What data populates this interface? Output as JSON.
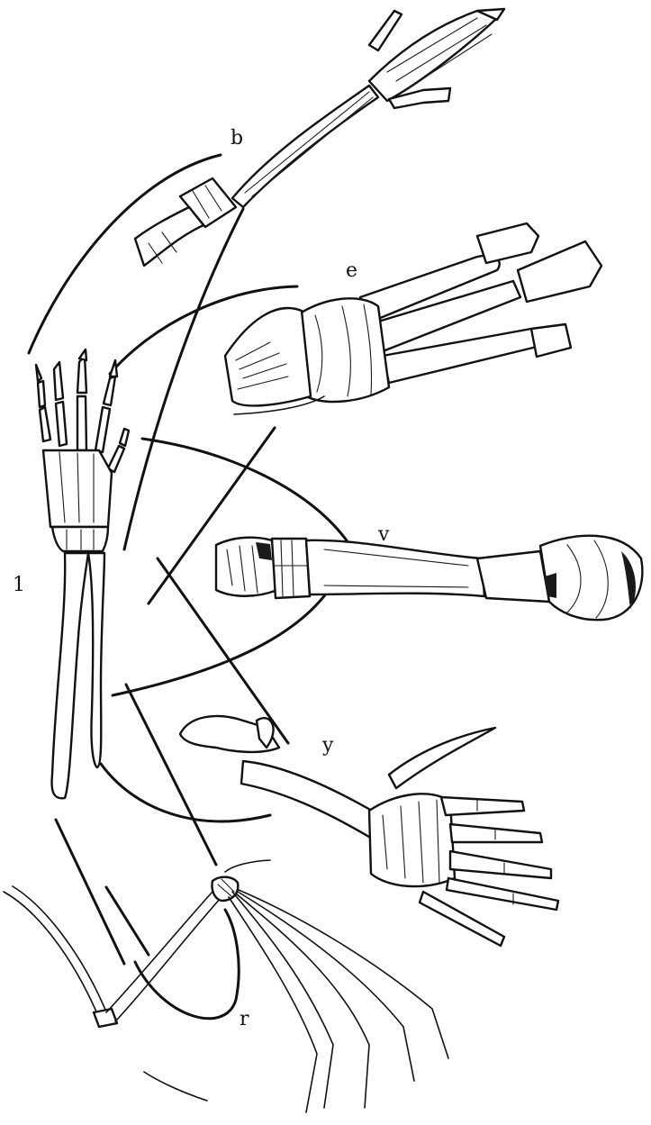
{
  "figure": {
    "panels": [
      {
        "id": "1",
        "label": "1",
        "label_side": "left"
      },
      {
        "id": "b",
        "label": "b"
      },
      {
        "id": "e",
        "label": "e"
      },
      {
        "id": "v",
        "label": "v"
      },
      {
        "id": "y",
        "label": "y"
      },
      {
        "id": "r",
        "label": "r"
      }
    ],
    "colors": {
      "ink": "#111111",
      "paper": "#ffffff"
    }
  }
}
